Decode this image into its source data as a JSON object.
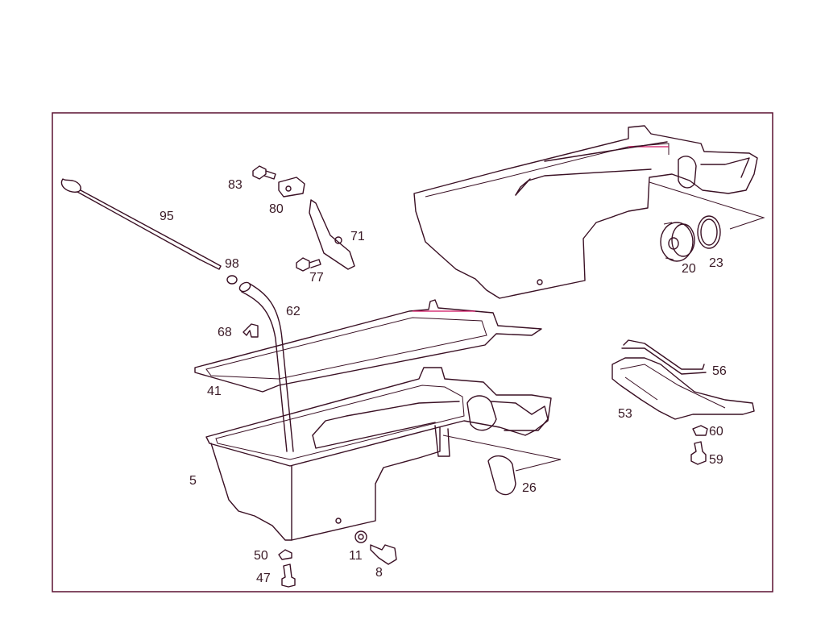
{
  "parts": {
    "p95": "95",
    "p98": "98",
    "p83": "83",
    "p80": "80",
    "p71": "71",
    "p77": "77",
    "p62": "62",
    "p68": "68",
    "p41": "41",
    "p5": "5",
    "p50": "50",
    "p47": "47",
    "p11": "11",
    "p8": "8",
    "p20": "20",
    "p23": "23",
    "p56": "56",
    "p53": "53",
    "p60": "60",
    "p59": "59",
    "p26": "26"
  },
  "colors": {
    "frame": "#5a1030",
    "line": "#3a1024",
    "accent": "#d01060"
  }
}
